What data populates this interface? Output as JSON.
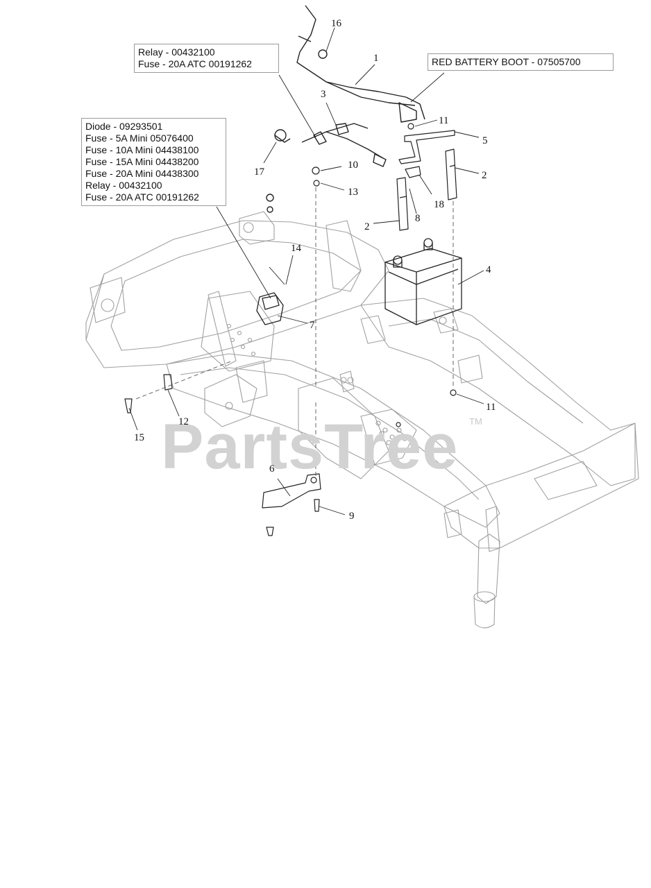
{
  "callouts": {
    "top": [
      "Relay - 00432100",
      "Fuse - 20A ATC 00191262"
    ],
    "left": [
      "Diode - 09293501",
      "Fuse - 5A Mini 05076400",
      "Fuse - 10A Mini 04438100",
      "Fuse - 15A Mini 04438200",
      "Fuse - 20A Mini 04438300",
      "Relay - 00432100",
      "Fuse - 20A ATC 00191262"
    ],
    "right": "RED BATTERY BOOT - 07505700"
  },
  "part_numbers": {
    "p1": "1",
    "p2a": "2",
    "p2b": "2",
    "p3": "3",
    "p4": "4",
    "p5": "5",
    "p6": "6",
    "p7": "7",
    "p8": "8",
    "p9": "9",
    "p10": "10",
    "p11a": "11",
    "p11b": "11",
    "p12": "12",
    "p13": "13",
    "p14": "14",
    "p15": "15",
    "p16": "16",
    "p17": "17",
    "p18": "18"
  },
  "watermark": {
    "text": "PartsTree",
    "tm": "TM"
  },
  "colors": {
    "line": "#9c9c9c",
    "dark": "#222222",
    "watermark": "#d2d2d2"
  }
}
